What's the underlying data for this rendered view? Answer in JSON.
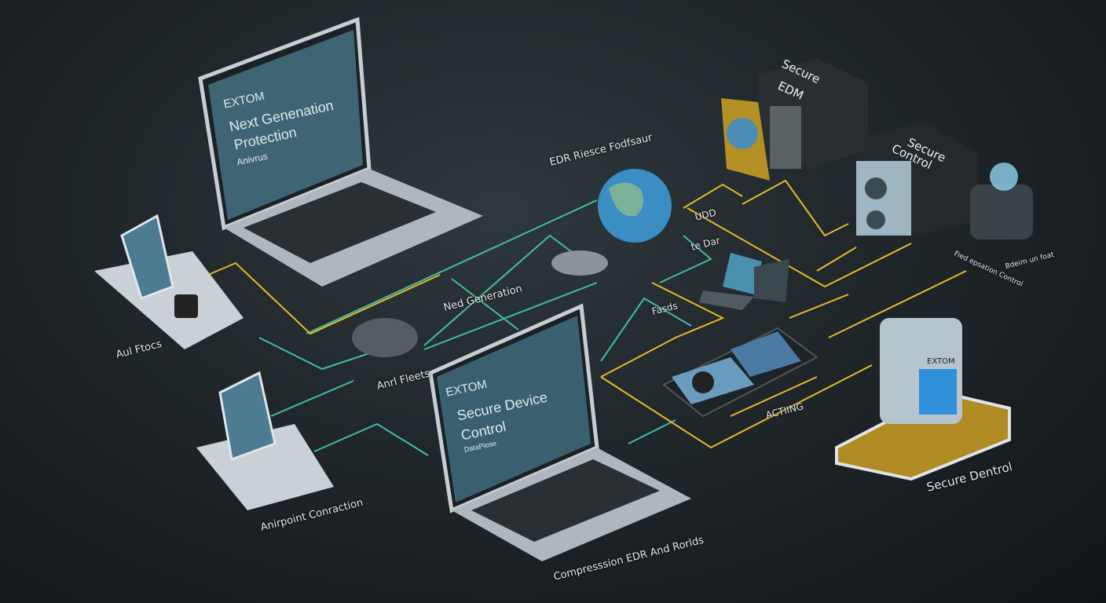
{
  "laptop_top": {
    "brand": "EXTOM",
    "title_line1": "Next Genenation",
    "title_line2": "Protection",
    "subtitle": "Anivrus"
  },
  "laptop_bottom": {
    "brand": "EXTOM",
    "title_line1": "Secure Device",
    "title_line2": "Control",
    "subtitle": "DataPiose"
  },
  "labels": {
    "tablet_left": "Aul Ftocs",
    "hub": "Anrl Fleets",
    "next_generation": "Ned Generation",
    "globe": "EDR Riesce Fodfsaur",
    "udd": "UDD",
    "te_dar": "te Dar",
    "fasds": "Fasds",
    "acting": "ACTIING",
    "endpoint": "Anirpoint Conraction",
    "compression": "Compresssion EDR And Rorlds",
    "secure_dentrol": "Secure Dentrol",
    "fied_control": "Fied epsation Control",
    "bdeim": "Bdeim un foat"
  },
  "boxes": {
    "edm_line1": "Secure",
    "edm_line2": "EDM",
    "control_line1": "Secure",
    "control_line2": "Control",
    "device_tag": "EXTOM"
  },
  "colors": {
    "teal": "#3fbf9f",
    "yellow": "#e8b82a",
    "bg": "#1d2327"
  }
}
